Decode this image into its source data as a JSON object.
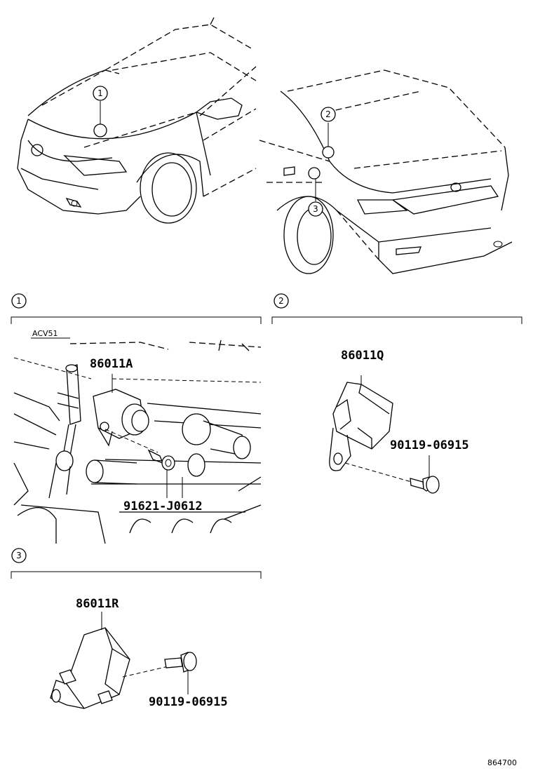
{
  "callouts": {
    "c1": "1",
    "c2": "2",
    "c3": "3"
  },
  "sections": {
    "s1": {
      "number": "1",
      "variant": "ACV51"
    },
    "s2": {
      "number": "2"
    },
    "s3": {
      "number": "3"
    }
  },
  "parts": {
    "p1_sensor": "86011A",
    "p1_bolt": "91621-J0612",
    "p2_sensor": "86011Q",
    "p2_bolt": "90119-06915",
    "p3_sensor": "86011R",
    "p3_bolt": "90119-06915"
  },
  "diagram_id": "864700"
}
